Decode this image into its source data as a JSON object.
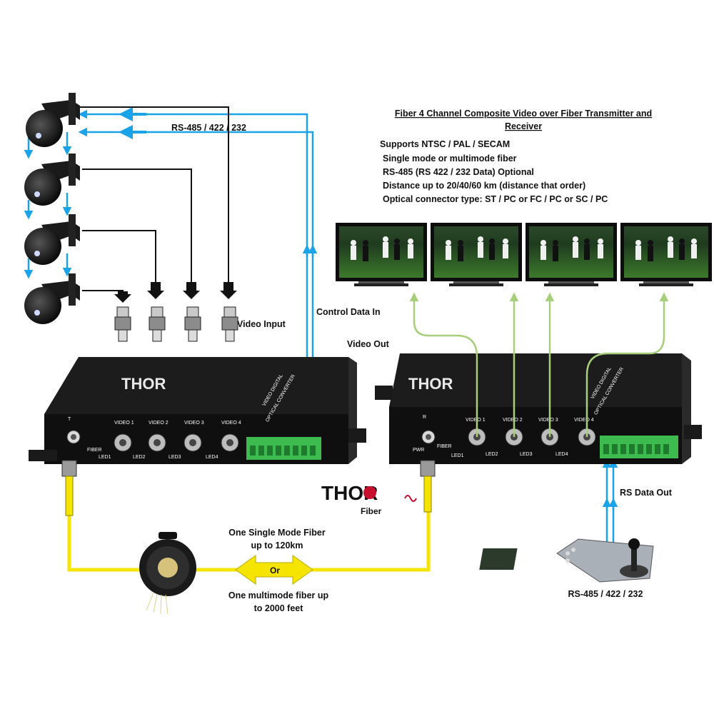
{
  "title": {
    "line1": "Fiber 4 Channel Composite Video over Fiber Transmitter and",
    "line2": "Receiver"
  },
  "features": [
    "Supports NTSC / PAL / SECAM",
    "Single mode or multimode fiber",
    "RS-485 (RS 422 / 232 Data) Optional",
    "Distance up to 20/40/60 km (distance that order)",
    "Optical connector type: ST / PC or FC / PC or SC / PC"
  ],
  "labels": {
    "rs485_top": "RS-485 / 422 / 232",
    "video_input": "Video  Input",
    "control_data_in": "Control Data In",
    "video_out": "Video Out",
    "rs_data_out": "RS Data Out",
    "rs485_bottom": "RS-485 / 422 / 232",
    "single_mode_1": "One Single Mode Fiber",
    "single_mode_2": "up to 120km",
    "or": "Or",
    "multimode_1": "One multimode fiber up",
    "multimode_2": "to 2000 feet"
  },
  "transmitter": {
    "letter": "T",
    "fiber": "FIBER",
    "ports": [
      "VIDEO 1",
      "VIDEO 2",
      "VIDEO 3",
      "VIDEO 4"
    ],
    "leds": [
      "LED1",
      "LED2",
      "LED3",
      "LED4"
    ],
    "top_text_1": "VIDEO DIGITAL",
    "top_text_2": "OPTICAL CONVERTER"
  },
  "receiver": {
    "letter": "R",
    "fiber": "FIBER",
    "pwr": "PWR",
    "ports": [
      "VIDEO 1",
      "VIDEO 2",
      "VIDEO 3",
      "VIDEO 4"
    ],
    "leds": [
      "LED1",
      "LED2",
      "LED3",
      "LED4"
    ],
    "top_text_1": "VIDEO DIGITAL",
    "top_text_2": "OPTICAL CONVERTER"
  },
  "logo": {
    "brand": "THOR",
    "sub": "Fiber"
  },
  "colors": {
    "blue": "#1aa3e8",
    "green": "#a7cf7a",
    "yellow": "#f5e400",
    "black": "#111111",
    "terminal": "#3dbb4f"
  }
}
